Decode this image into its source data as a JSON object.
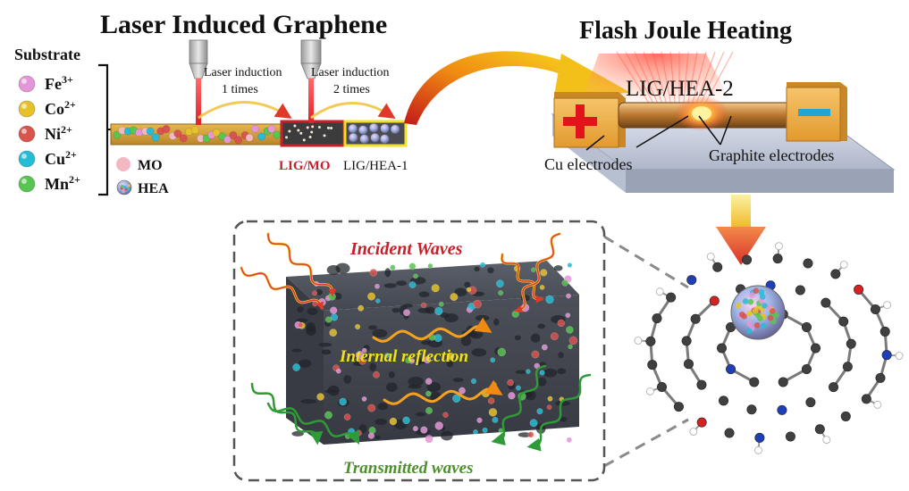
{
  "titles": {
    "left": "Laser Induced Graphene",
    "right": "Flash Joule Heating"
  },
  "substrate": {
    "heading": "Substrate",
    "ions": [
      {
        "base": "Fe",
        "charge": "3+",
        "color": "#e596d8"
      },
      {
        "base": "Co",
        "charge": "2+",
        "color": "#e6c12a"
      },
      {
        "base": "Ni",
        "charge": "2+",
        "color": "#d9534f"
      },
      {
        "base": "Cu",
        "charge": "2+",
        "color": "#27bcd6"
      },
      {
        "base": "Mn",
        "charge": "2+",
        "color": "#58c451"
      }
    ]
  },
  "legend": {
    "mo": "MO",
    "hea": "HEA",
    "mo_color": "#f3b9c2"
  },
  "process": {
    "step1": [
      "Laser induction",
      "1 times"
    ],
    "step2": [
      "Laser induction",
      "2 times"
    ],
    "lig_mo": "LIG/MO",
    "lig_hea1": "LIG/HEA-1"
  },
  "fjh": {
    "product": "LIG/HEA-2",
    "cu_label": "Cu electrodes",
    "graphite_label": "Graphite electrodes"
  },
  "waves": {
    "incident": "Incident Waves",
    "internal": "Internal reflection",
    "transmitted": "Transmitted waves"
  },
  "colors": {
    "title": "#111111",
    "lig_mo_red": "#c8202a",
    "internal_yellow": "#f0e21e",
    "transmitted_green": "#4d8f2c",
    "incident_red": "#c8202a",
    "foam": "#4a4e57",
    "electrode_orange": "#e8a43a"
  }
}
